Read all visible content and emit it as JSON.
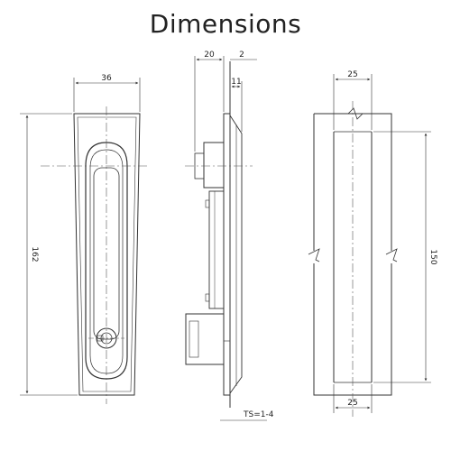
{
  "title": "Dimensions",
  "front_view": {
    "width_label": "36",
    "height_label": "162"
  },
  "side_view": {
    "depth_label": "20",
    "flange_label": "2",
    "offset_label": "11",
    "thickness_label": "TS=1-4"
  },
  "cutout_view": {
    "width_label": "25",
    "height_label": "150",
    "bottom_label": "25"
  },
  "colors": {
    "line": "#333333",
    "center_line": "#555555"
  }
}
